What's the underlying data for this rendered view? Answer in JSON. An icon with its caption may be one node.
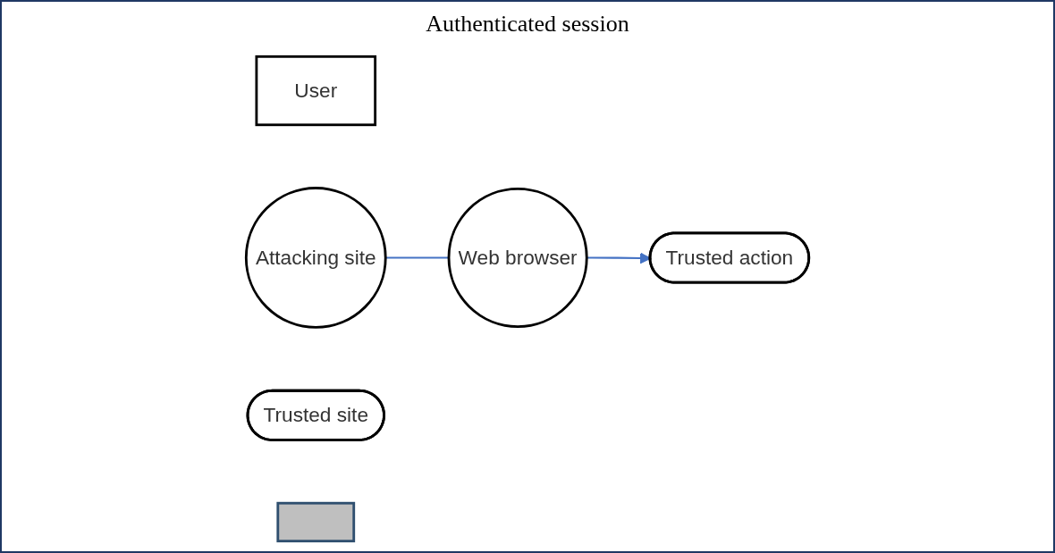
{
  "diagram": {
    "nodes": [
      {
        "text": [
          "User"
        ]
      },
      {
        "text": [
          "Web browser"
        ]
      },
      {
        "text": [
          "Attacking site"
        ]
      },
      {
        "text": [
          "Trusted site"
        ]
      },
      {
        "text": [
          "Trusted action"
        ]
      },
      {
        "text": [],
        "shape": "bar"
      }
    ],
    "edges": [
      {
        "from": 2,
        "to": 1,
        "arrow": "none"
      },
      {
        "from": 1,
        "to": 4,
        "arrow": "to"
      }
    ],
    "labels": [
      "Authenticated session"
    ]
  }
}
